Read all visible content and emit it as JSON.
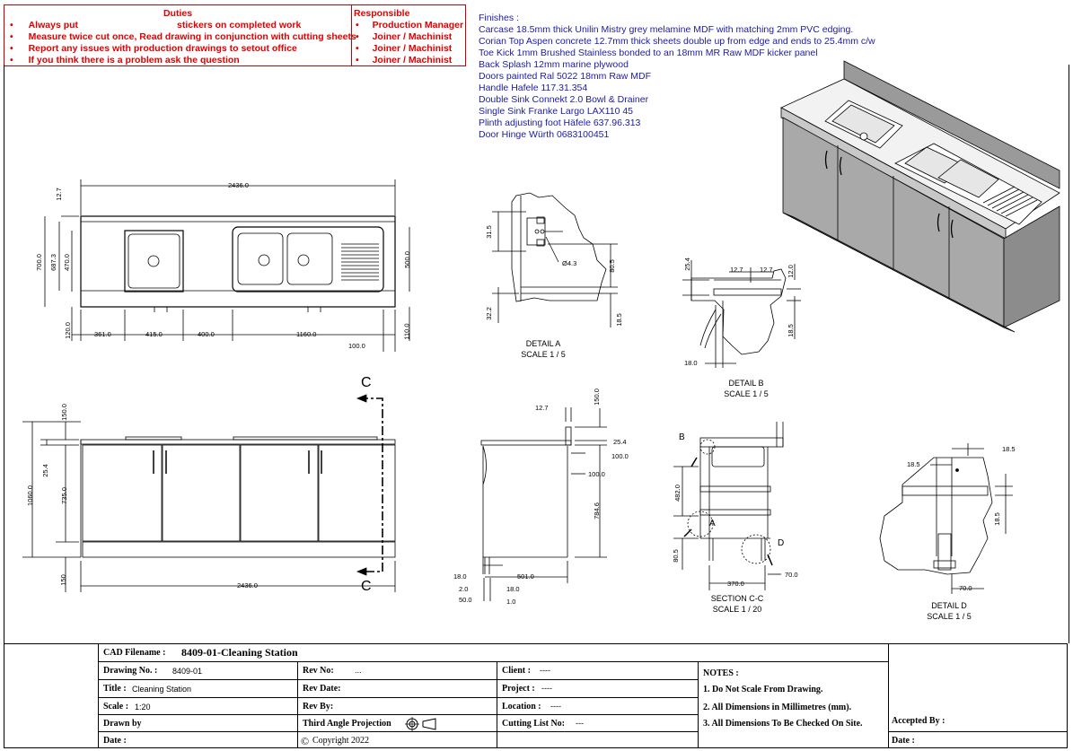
{
  "duties": {
    "header": "Duties",
    "items": [
      {
        "prefix": "Always put",
        "suffix": "stickers on completed work"
      },
      {
        "prefix": "Measure twice cut once, Read drawing in conjunction with cutting sheets",
        "suffix": ""
      },
      {
        "prefix": "Report any issues with production drawings to setout office",
        "suffix": ""
      },
      {
        "prefix": "If you think there is a problem ask the question",
        "suffix": ""
      }
    ]
  },
  "responsible": {
    "header": "Responsible",
    "items": [
      "Production Manager",
      "Joiner / Machinist",
      "Joiner / Machinist",
      "Joiner / Machinist"
    ]
  },
  "finishes": {
    "header": "Finishes :",
    "lines": [
      "Carcase 18.5mm thick Unilin Mistry grey melamine MDF with matching 2mm PVC edging.",
      "Corian Top Aspen concrete 12.7mm thick sheets double up from edge and ends to 25.4mm c/w",
      "Toe Kick 1mm Brushed Stainless bonded to an 18mm MR Raw MDF kicker panel",
      "Back Splash 12mm marine plywood",
      "Doors painted Ral 5022 18mm Raw MDF",
      "Handle Hafele 117.31.354",
      "Double Sink Connekt 2.0 Bowl & Drainer",
      "Single Sink Franke Largo LAX110 45",
      "Plinth adjusting foot Häfele 637.96.313",
      "Door Hinge Würth 0683100451"
    ]
  },
  "plan_dims": {
    "overall": "2436.0",
    "top_a": "12.7",
    "h700": "700.0",
    "h687": "687.3",
    "h470": "470.0",
    "h120": "120.0",
    "w361": "361.0",
    "w415": "415.0",
    "w400": "400.0",
    "w1160": "1160.0",
    "r500": "500.0",
    "r110": "110.0",
    "r100": "100.0"
  },
  "front_dims": {
    "h150a": "150.0",
    "h25": "25.4",
    "h1060": "1060.0",
    "h735": "735.0",
    "h150b": "150",
    "overall": "2436.0",
    "sect": "C"
  },
  "side_dims": {
    "d127": "12.7",
    "d150": "150.0",
    "d254": "25.4",
    "d100a": "100.0",
    "d100b": "100.0",
    "d7846": "784.6",
    "d18": "18.0",
    "d20": "2.0",
    "d500": "50.0",
    "d5010": "501.0",
    "d180": "18.0",
    "d10": "1.0"
  },
  "detail_a": {
    "title": "DETAIL  A",
    "scale": "SCALE 1 / 5",
    "d315": "31.5",
    "d43": "Ø4.3",
    "d805": "80.5",
    "d322": "32.2",
    "d185": "18.5"
  },
  "detail_b": {
    "title": "DETAIL  B",
    "scale": "SCALE 1 / 5",
    "d254": "25.4",
    "d127a": "12.7",
    "d127b": "12.7",
    "d120": "12.0",
    "d185": "18.5",
    "d180": "18.0"
  },
  "section_c": {
    "title": "SECTION C-C",
    "scale": "SCALE 1 / 20",
    "b": "B",
    "a": "A",
    "d": "D",
    "d482": "482.0",
    "d805": "80.5",
    "d370": "370.0",
    "d700": "70.0"
  },
  "detail_d": {
    "title": "DETAIL  D",
    "scale": "SCALE 1 / 5",
    "d185a": "18.5",
    "d185b": "18.5",
    "d185c": "18.5",
    "d700": "70.0"
  },
  "title_block": {
    "cad_label": "CAD Filename :",
    "cad_value": "8409-01-Cleaning Station",
    "drawing_no_label": "Drawing No. :",
    "drawing_no": "8409-01",
    "title_label": "Title :",
    "title": "Cleaning Station",
    "scale_label": "Scale :",
    "scale": "1:20",
    "drawn_label": "Drawn by",
    "date_label": "Date :",
    "rev_no_label": "Rev No:",
    "rev_no": "...",
    "rev_date_label": "Rev Date:",
    "rev_by_label": "Rev By:",
    "projection": "Third Angle Projection",
    "copyright": "Copyright 2022",
    "client_label": "Client :",
    "client": "----",
    "project_label": "Project :",
    "project": "----",
    "location_label": "Location :",
    "location": "----",
    "cutting_label": "Cutting List No:",
    "cutting": "---",
    "notes_header": "NOTES :",
    "notes": [
      "1.  Do Not Scale From Drawing.",
      "2.  All Dimensions in Millimetres (mm).",
      "3.  All Dimensions To Be Checked On Site."
    ],
    "accepted_label": "Accepted By :",
    "accepted_date_label": "Date :"
  },
  "colors": {
    "red": "#e00000",
    "blue": "#1a1aa8",
    "iso_body": "#a9a9a9",
    "iso_top": "#f2f2f2"
  }
}
